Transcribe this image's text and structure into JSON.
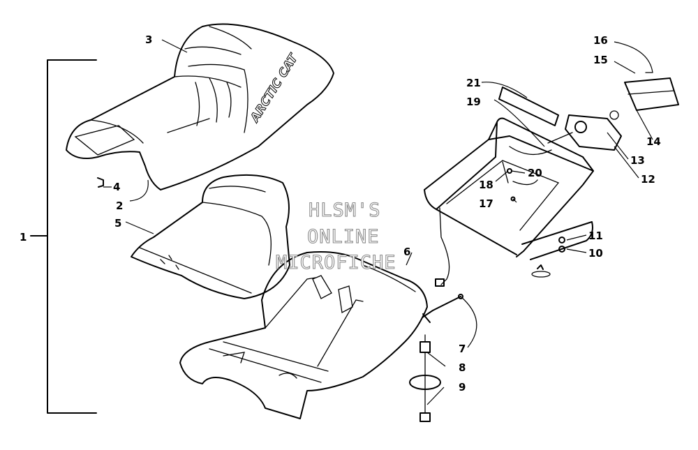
{
  "diagram": {
    "callouts": [
      "1",
      "2",
      "3",
      "4",
      "5",
      "6",
      "7",
      "8",
      "9",
      "10",
      "11",
      "12",
      "13",
      "14",
      "15",
      "16",
      "17",
      "18",
      "19",
      "20",
      "21"
    ],
    "watermark": [
      "HLSM'S",
      "ONLINE",
      "MICROFICHE"
    ],
    "seat_logo": "ARCTIC CAT"
  },
  "colors": {
    "line": "#000000",
    "background": "#ffffff",
    "watermark_outline": "#8c8c8c"
  }
}
